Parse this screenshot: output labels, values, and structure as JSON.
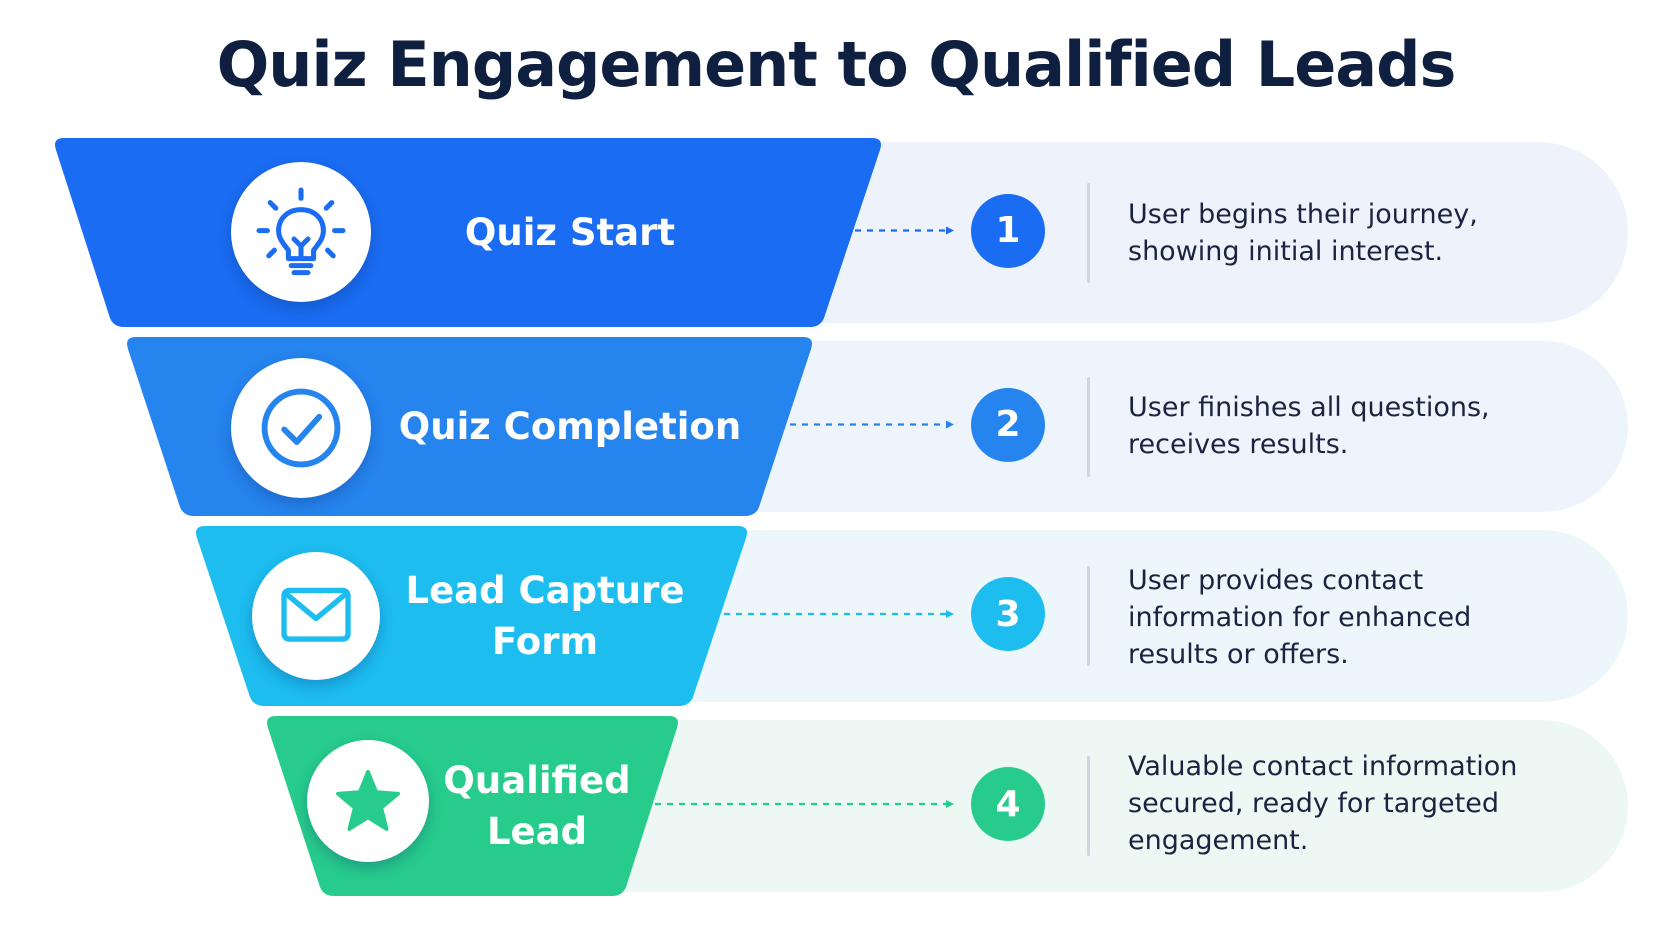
{
  "title": "Quiz Engagement to Qualified Leads",
  "stages": [
    {
      "label_lines": [
        "Quiz Start"
      ],
      "icon": "lightbulb-icon",
      "step": "1",
      "description_lines": [
        "User begins their journey,",
        "showing initial interest."
      ],
      "color": "#1a6cf2",
      "panel_color": "#eef3fb"
    },
    {
      "label_lines": [
        "Quiz Completion"
      ],
      "icon": "check-circle-icon",
      "step": "2",
      "description_lines": [
        "User finishes all questions,",
        "receives results."
      ],
      "color": "#2684ee",
      "panel_color": "#eef4fb"
    },
    {
      "label_lines": [
        "Lead Capture",
        "Form"
      ],
      "icon": "envelope-icon",
      "step": "3",
      "description_lines": [
        "User provides contact",
        "information for enhanced",
        "results or offers."
      ],
      "color": "#1dbdf0",
      "panel_color": "#edf6fb"
    },
    {
      "label_lines": [
        "Qualified",
        "Lead"
      ],
      "icon": "star-icon",
      "step": "4",
      "description_lines": [
        "Valuable contact information",
        "secured, ready for targeted",
        "engagement."
      ],
      "color": "#27cc8c",
      "panel_color": "#edf8f4"
    }
  ]
}
